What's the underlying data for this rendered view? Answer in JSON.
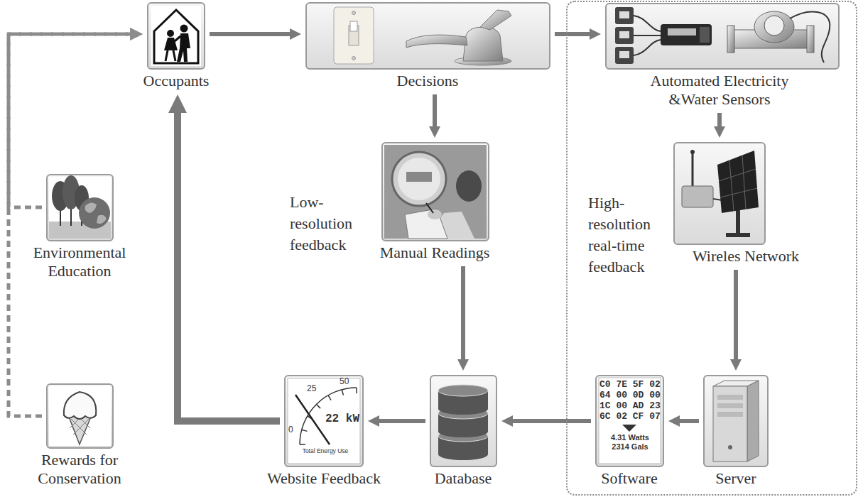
{
  "diagram": {
    "nodes": [
      {
        "text": [
          "Occupants"
        ]
      },
      {
        "text": [
          "Decisions"
        ]
      },
      {
        "text": [
          "High- resolution real-time feedback"
        ]
      },
      {
        "text": [
          "Automated Electricity &Water Sensors"
        ],
        "in": 2
      },
      {
        "text": [
          "Manual Readings"
        ]
      },
      {
        "text": [
          "Environmental Education"
        ]
      },
      {
        "text": [
          "Wireles Network"
        ],
        "in": 2
      },
      {
        "text": [
          "Rewards for Conservation"
        ]
      },
      {
        "text": [
          "Website Feedback",
          "25",
          "50",
          "0",
          "22 kW",
          "Total Energy Use"
        ]
      },
      {
        "text": [
          "Database"
        ]
      },
      {
        "text": [
          "Software",
          "C0 7E 5F 02 64 00 0D 00 1C 00 AD 23 6C 02 CF 07",
          "4.31 Watts 2314 Gals"
        ],
        "in": 2
      },
      {
        "text": [
          "Server"
        ],
        "in": 2
      }
    ],
    "edges": [
      {
        "from": 0,
        "to": 1,
        "arrow": "to"
      },
      {
        "from": 1,
        "to": 3,
        "arrow": "to"
      },
      {
        "from": 1,
        "to": 4,
        "arrow": "to"
      },
      {
        "from": 3,
        "to": 6,
        "arrow": "to"
      },
      {
        "from": 6,
        "to": 11,
        "arrow": "to"
      },
      {
        "from": 11,
        "to": 10,
        "arrow": "to"
      },
      {
        "from": 10,
        "to": 9,
        "arrow": "to"
      },
      {
        "from": 4,
        "to": 9,
        "arrow": "to"
      },
      {
        "from": 9,
        "to": 8,
        "arrow": "to"
      },
      {
        "from": 8,
        "to": 0,
        "arrow": "to"
      },
      {
        "from": 5,
        "to": 0,
        "arrow": "to"
      },
      {
        "from": 7,
        "to": 0,
        "arrow": "to"
      }
    ],
    "labels": [
      "Low- resolution feedback"
    ]
  }
}
